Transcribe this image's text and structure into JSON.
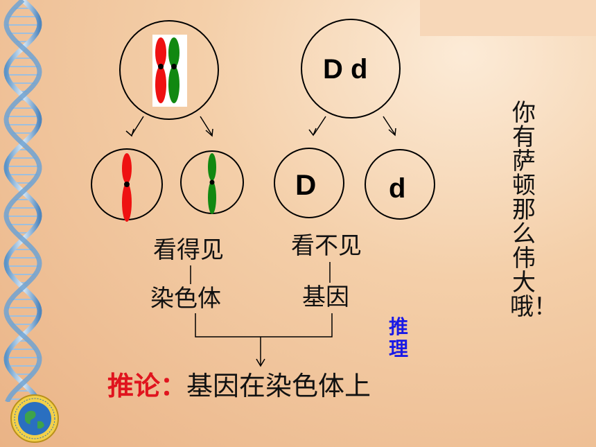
{
  "pair_circle_label": "D d",
  "allele_dominant": "D",
  "allele_recessive": "d",
  "visible_label": "看得见",
  "invisible_label": "看不见",
  "chromosome_label": "染色体",
  "gene_label": "基因",
  "reasoning_label": "推理",
  "conclusion_key": "推论：",
  "conclusion_text": "基因在染色体上",
  "side_text": "你有萨顿那么伟大哦！",
  "colors": {
    "chromosome_red": "#ee1111",
    "chromosome_green": "#118811",
    "reasoning_blue": "#1a1ae6",
    "conclusion_red": "#e0141e"
  }
}
